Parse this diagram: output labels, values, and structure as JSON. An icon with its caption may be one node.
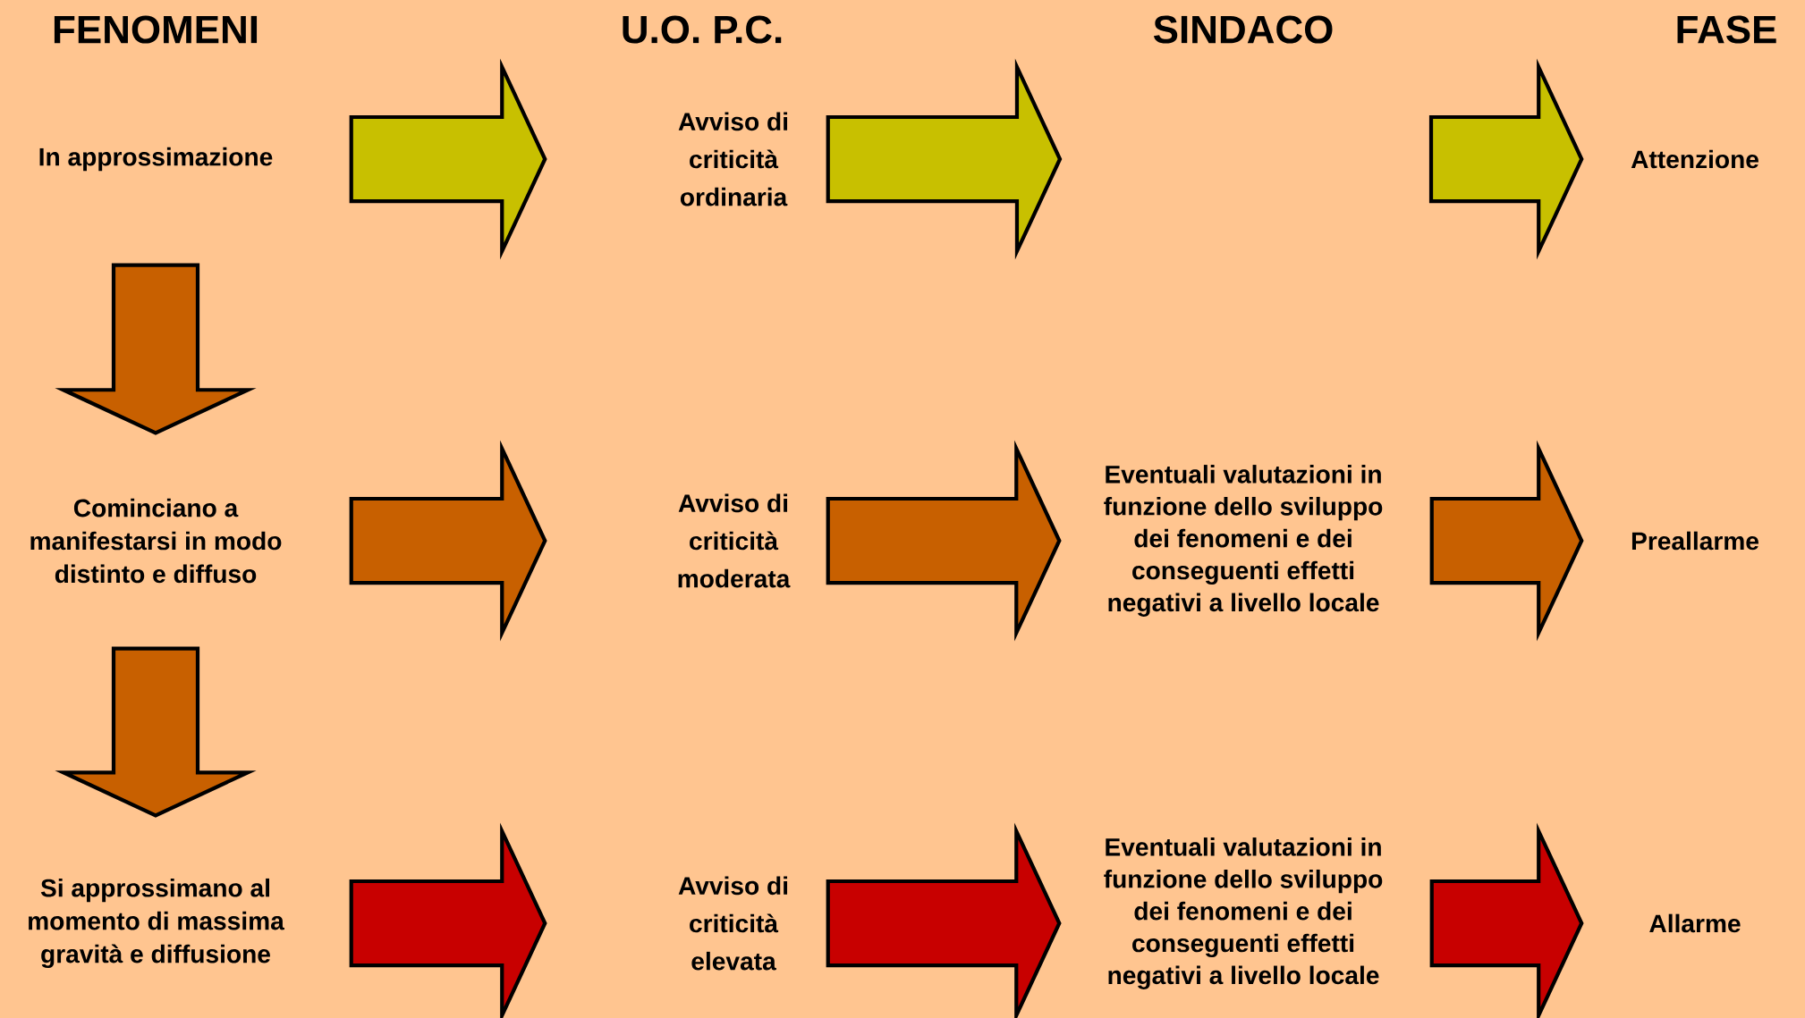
{
  "diagram": {
    "nodes": [
      {
        "text": [
          "In approssimazione"
        ]
      },
      {
        "text": [
          "Avviso di criticità ordinaria"
        ]
      },
      {
        "text": [
          "Attenzione"
        ]
      },
      {
        "text": [
          "Cominciano a manifestarsi in modo distinto e diffuso"
        ]
      },
      {
        "text": [
          "Avviso di criticità moderata"
        ]
      },
      {
        "text": [
          "Eventuali valutazioni in funzione dello sviluppo dei fenomeni e dei conseguenti effetti negativi a livello locale"
        ]
      },
      {
        "text": [
          "Preallarme"
        ]
      },
      {
        "text": [
          "Si approssimano al momento di massima gravità e diffusione"
        ]
      },
      {
        "text": [
          "Avviso di criticità elevata"
        ]
      },
      {
        "text": [
          "Eventuali valutazioni in funzione dello sviluppo dei fenomeni e dei conseguenti effetti negativi a livello locale"
        ]
      },
      {
        "text": [
          "Allarme"
        ]
      }
    ],
    "edges": [
      {
        "from": 0,
        "to": 1,
        "arrow": "to",
        "color": "#c8c000"
      },
      {
        "from": 1,
        "to": null,
        "arrow": "to",
        "color": "#c8c000"
      },
      {
        "from": null,
        "to": 2,
        "arrow": "to",
        "color": "#c8c000"
      },
      {
        "from": 0,
        "to": 3,
        "arrow": "to"
      },
      {
        "from": 3,
        "to": 4,
        "arrow": "to"
      },
      {
        "from": 4,
        "to": 5,
        "arrow": "to"
      },
      {
        "from": 5,
        "to": 6,
        "arrow": "to"
      },
      {
        "from": 3,
        "to": 7,
        "arrow": "to"
      },
      {
        "from": 7,
        "to": 8,
        "arrow": "to",
        "color": "#c80000"
      },
      {
        "from": 8,
        "to": 9,
        "arrow": "to",
        "color": "#c80000"
      },
      {
        "from": 9,
        "to": 10,
        "arrow": "to",
        "color": "#c80000"
      }
    ],
    "labels": [
      "FENOMENI",
      "U.O. P.C.",
      "SINDACO",
      "FASE"
    ]
  }
}
